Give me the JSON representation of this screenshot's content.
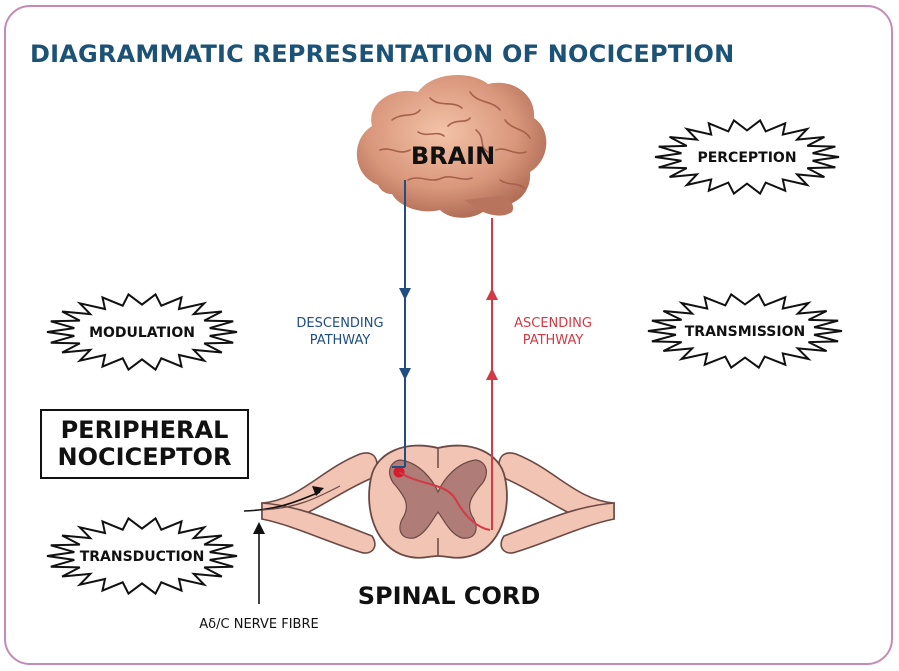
{
  "title": "DIAGRAMMATIC REPRESENTATION OF NOCICEPTION",
  "labels": {
    "brain": "BRAIN",
    "perception": "PERCEPTION",
    "modulation": "MODULATION",
    "transmission": "TRANSMISSION",
    "transduction": "TRANSDUCTION",
    "peripheral_line1": "PERIPHERAL",
    "peripheral_line2": "NOCICEPTOR",
    "descending_line1": "DESCENDING",
    "descending_line2": "PATHWAY",
    "ascending_line1": "ASCENDING",
    "ascending_line2": "PATHWAY",
    "spinal_cord": "SPINAL CORD",
    "nerve_fibre": "Aδ/C NERVE FIBRE"
  },
  "colors": {
    "title": "#1d5277",
    "descending": "#1f4e82",
    "ascending": "#d23a45",
    "frame": "#c48bb4",
    "tissue": "#f2c4b4",
    "grey_matter": "#b07c78"
  },
  "icons": [
    "brain-icon",
    "spinal-cord-icon",
    "starburst-icon"
  ]
}
